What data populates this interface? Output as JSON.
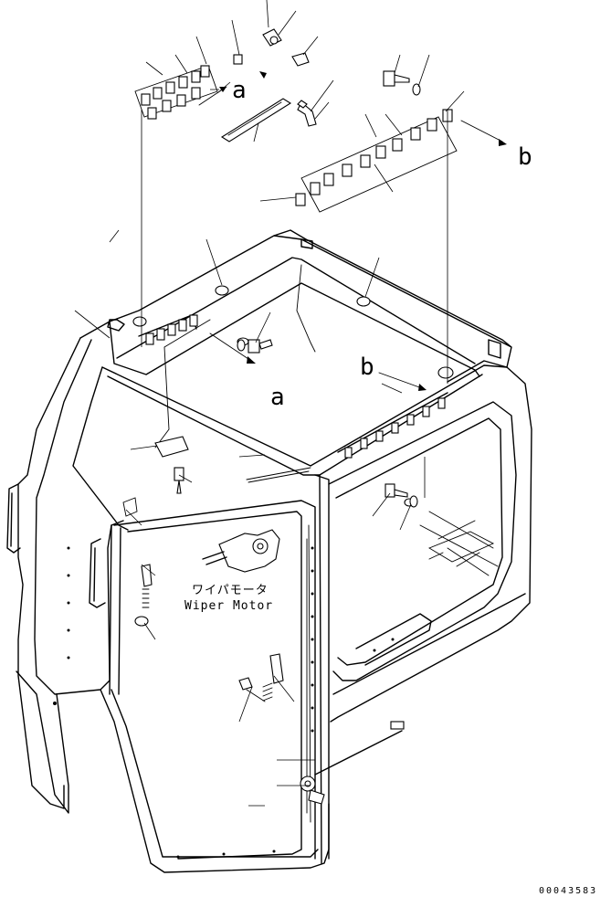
{
  "labels": {
    "view_a_top": "a",
    "view_a_lower": "a",
    "view_b_top": "b",
    "view_b_lower": "b",
    "wiper_motor_jp": "ワイパモータ",
    "wiper_motor_en": "Wiper Motor",
    "drawing_number": "00043583"
  }
}
